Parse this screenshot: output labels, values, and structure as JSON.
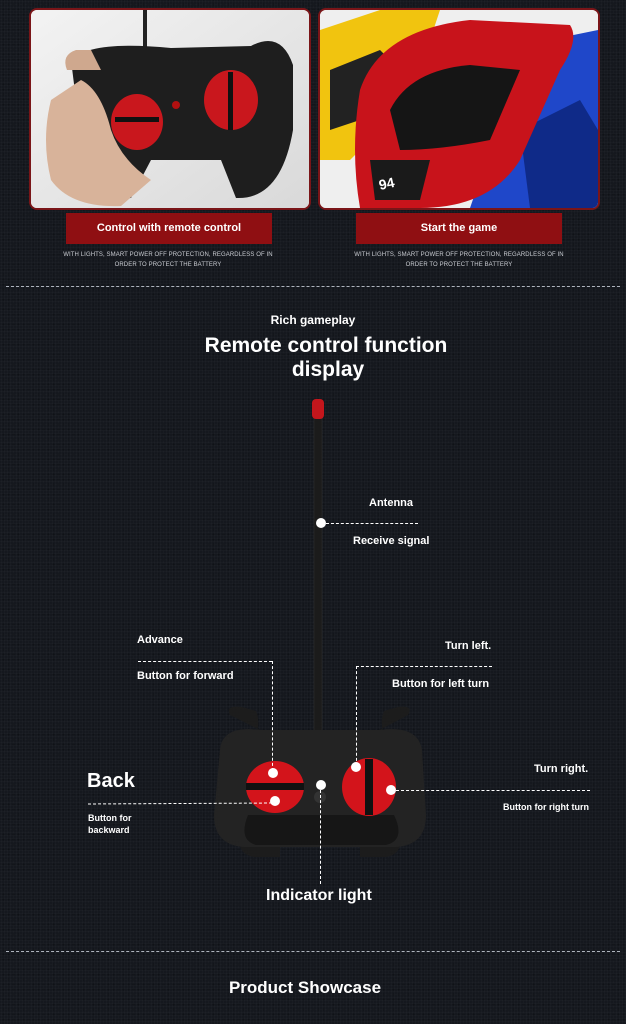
{
  "top_panels": [
    {
      "label": "Control with remote control",
      "caption": "WITH LIGHTS, SMART POWER OFF PROTECTION, REGARDLESS OF IN ORDER TO PROTECT THE BATTERY"
    },
    {
      "label": "Start the game",
      "caption": "WITH LIGHTS, SMART POWER OFF PROTECTION, REGARDLESS OF IN ORDER TO PROTECT THE BATTERY",
      "car_number": "94"
    }
  ],
  "section": {
    "kicker": "Rich gameplay",
    "title_line1": "Remote control function",
    "title_line2": "display"
  },
  "callouts": {
    "antenna": "Antenna",
    "receive_signal": "Receive signal",
    "advance": "Advance",
    "button_forward": "Button for forward",
    "turn_left": "Turn left.",
    "button_left_turn": "Button for left turn",
    "back": "Back",
    "button_backward_1": "Button for",
    "button_backward_2": "backward",
    "turn_right": "Turn right.",
    "button_right_turn": "Button for right turn",
    "indicator_light": "Indicator light"
  },
  "footer": {
    "title": "Product Showcase"
  },
  "colors": {
    "accent_red": "#8f0f12",
    "button_red": "#d3141b",
    "background": "#15181e"
  }
}
